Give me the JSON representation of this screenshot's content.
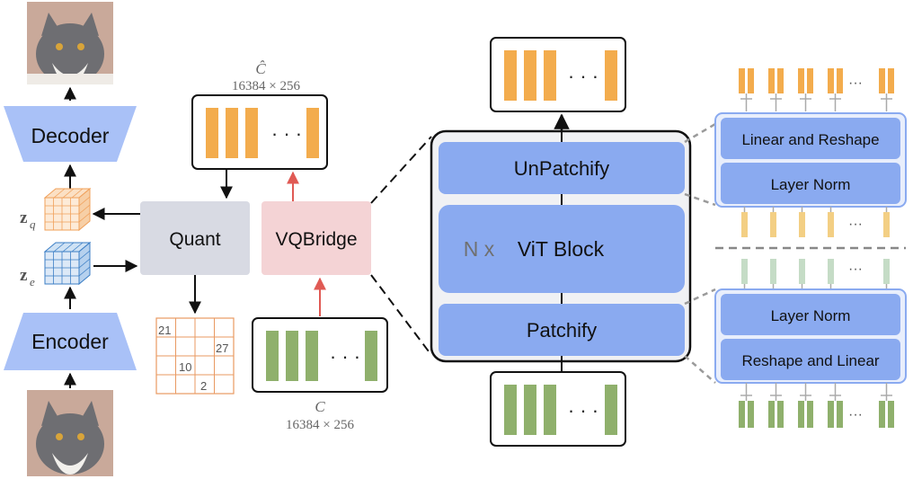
{
  "labels": {
    "decoder": "Decoder",
    "encoder": "Encoder",
    "quant": "Quant",
    "vqbridge": "VQBridge",
    "unpatchify": "UnPatchify",
    "vit_prefix": "N x",
    "vit_block": "ViT Block",
    "patchify": "Patchify",
    "linear_reshape": "Linear and Reshape",
    "layer_norm_top": "Layer Norm",
    "layer_norm_bottom": "Layer Norm",
    "reshape_linear": "Reshape and Linear",
    "zq_symbol": "z",
    "zq_sub": "q",
    "ze_symbol": "z",
    "ze_sub": "e",
    "c_hat_symbol": "Ĉ",
    "c_hat_dims": "16384 × 256",
    "c_symbol": "C",
    "c_dims": "16384 × 256",
    "dots": "· · ·",
    "small_dots": "···"
  },
  "grid_numbers": [
    "21",
    "27",
    "10",
    "2"
  ],
  "icons": {
    "cat_top": "cat-photo",
    "cat_bottom": "cat-photo"
  },
  "colors": {
    "orange": "#f3ac4d",
    "green": "#8fb06c",
    "blue_block": "#8aaaf0",
    "blue_light": "#a9c1f7",
    "quant_gray": "#d8dae3",
    "vqbridge_pink": "#f4d3d5",
    "red_arrow": "#e05a54",
    "grid_orange": "#e99a62",
    "cube_orange": "#f0a05a",
    "cube_blue": "#3b7ec5"
  }
}
